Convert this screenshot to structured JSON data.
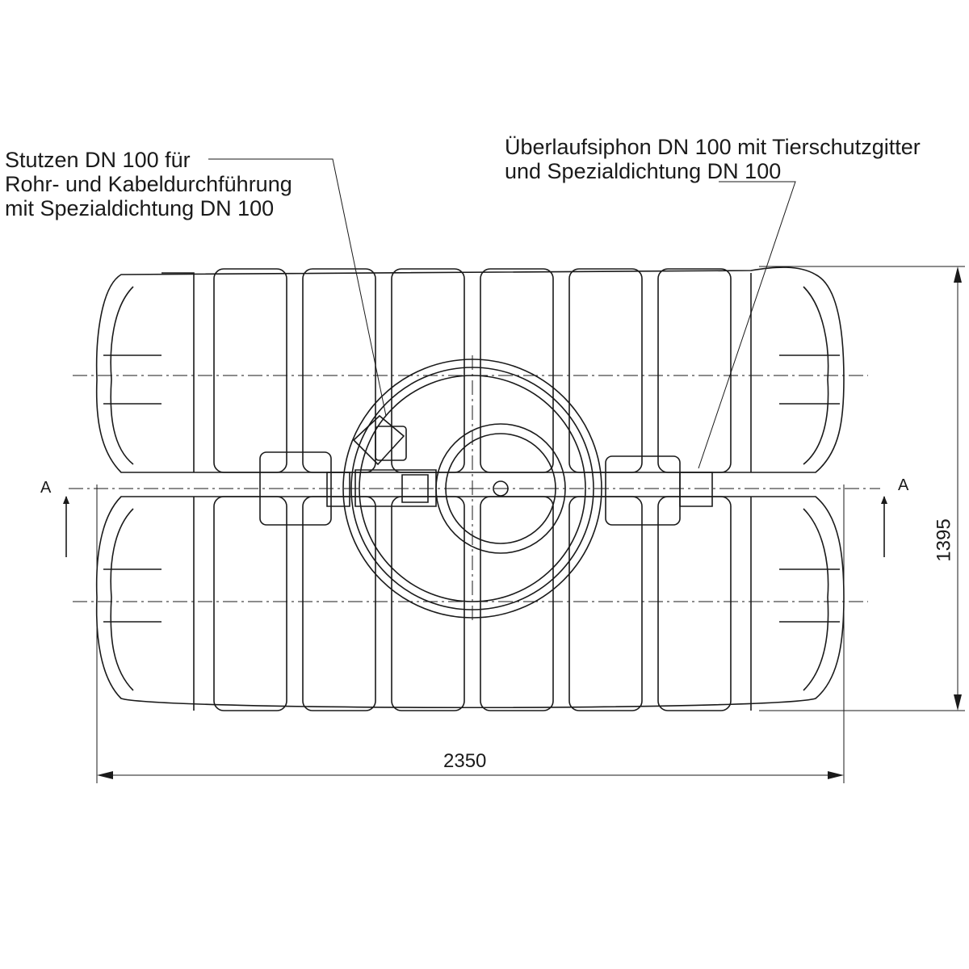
{
  "annotations": {
    "left_note": [
      "Stutzen DN 100 für",
      "Rohr- und Kabeldurchführung",
      "mit Spezialdichtung DN 100"
    ],
    "right_note": [
      "Überlaufsiphon DN 100 mit Tierschutzgitter",
      "und Spezialdichtung DN 100"
    ]
  },
  "dimensions": {
    "width": "2350",
    "height": "1395"
  },
  "section": {
    "left": "A",
    "right": "A"
  },
  "colors": {
    "line": "#1a1a1a",
    "background": "#ffffff"
  }
}
